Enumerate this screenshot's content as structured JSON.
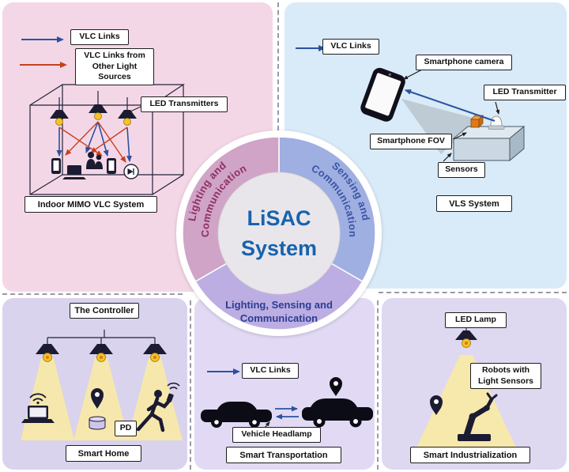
{
  "center": {
    "title_line1": "LiSAC",
    "title_line2": "System",
    "arc_top_left_line1": "Lighting and",
    "arc_top_left_line2": "Communication",
    "arc_top_right_line1": "Sensing and",
    "arc_top_right_line2": "Communication",
    "bottom_line1": "Lighting, Sensing and",
    "bottom_line2": "Communication"
  },
  "indoor_mimo": {
    "legend_vlc": "VLC Links",
    "legend_vlc_other": "VLC Links from Other Light Sources",
    "led_transmitters": "LED Transmitters",
    "caption": "Indoor MIMO VLC System"
  },
  "vls": {
    "legend_vlc": "VLC Links",
    "smartphone_camera": "Smartphone camera",
    "led_transmitter": "LED Transmitter",
    "smartphone_fov": "Smartphone FOV",
    "sensors": "Sensors",
    "caption": "VLS System"
  },
  "smart_home": {
    "controller": "The Controller",
    "pd": "PD",
    "caption": "Smart Home"
  },
  "smart_transport": {
    "legend_vlc": "VLC Links",
    "vehicle_headlamp": "Vehicle Headlamp",
    "caption": "Smart Transportation"
  },
  "smart_industry": {
    "led_lamp": "LED Lamp",
    "robots": "Robots with Light Sensors",
    "caption": "Smart Industrialization"
  },
  "colors": {
    "vlc_link": "#2a52a0",
    "vlc_other": "#c8401e",
    "card_lighting": "#f4d7e7",
    "card_sensing": "#d9eaf8",
    "card_home": "#d9d3ee",
    "card_transport": "#e2daf4",
    "card_industry": "#ded8f1",
    "ring_pink": "#d0a4c6",
    "ring_blue": "#9fafe2",
    "ring_purple": "#bcaee2",
    "arc_maroon": "#8e2f62",
    "arc_blue": "#3a55a4",
    "arc_navy": "#2b3c94",
    "title_blue": "#1763ae"
  }
}
